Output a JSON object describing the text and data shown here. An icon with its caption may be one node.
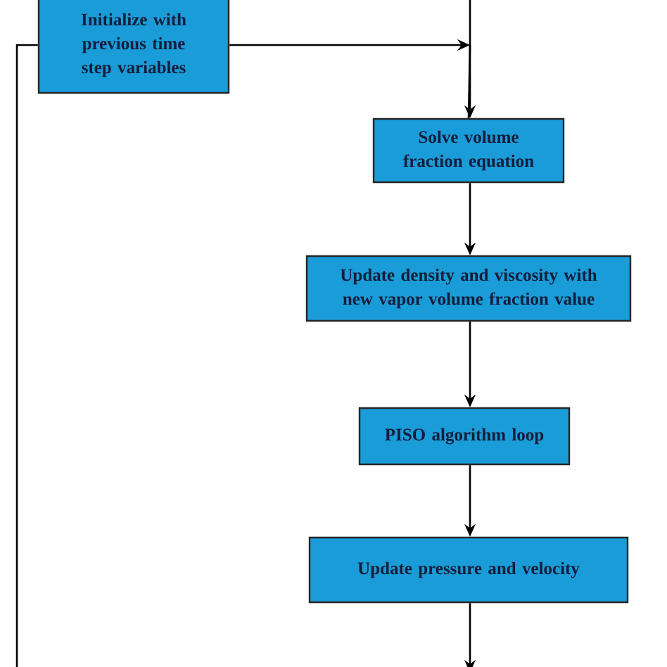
{
  "diagram": {
    "nodes": [
      {
        "text": [
          "Initialize with previous time step variables"
        ]
      },
      {
        "text": [
          "Solve volume fraction equation"
        ]
      },
      {
        "text": [
          "Update density and viscosity with new vapor volume fraction value"
        ]
      },
      {
        "text": [
          "PISO algorithm loop"
        ]
      },
      {
        "text": [
          "Update pressure and velocity"
        ]
      }
    ],
    "edges": [
      {
        "from": null,
        "to": 1,
        "arrow": "to"
      },
      {
        "from": 0,
        "to": 1,
        "arrow": "to"
      },
      {
        "from": 1,
        "to": 2,
        "arrow": "to"
      },
      {
        "from": 2,
        "to": 3,
        "arrow": "to"
      },
      {
        "from": 3,
        "to": 4,
        "arrow": "to"
      },
      {
        "from": 4,
        "to": null,
        "arrow": "to"
      },
      {
        "from": null,
        "to": 0,
        "arrow": "none"
      }
    ]
  }
}
